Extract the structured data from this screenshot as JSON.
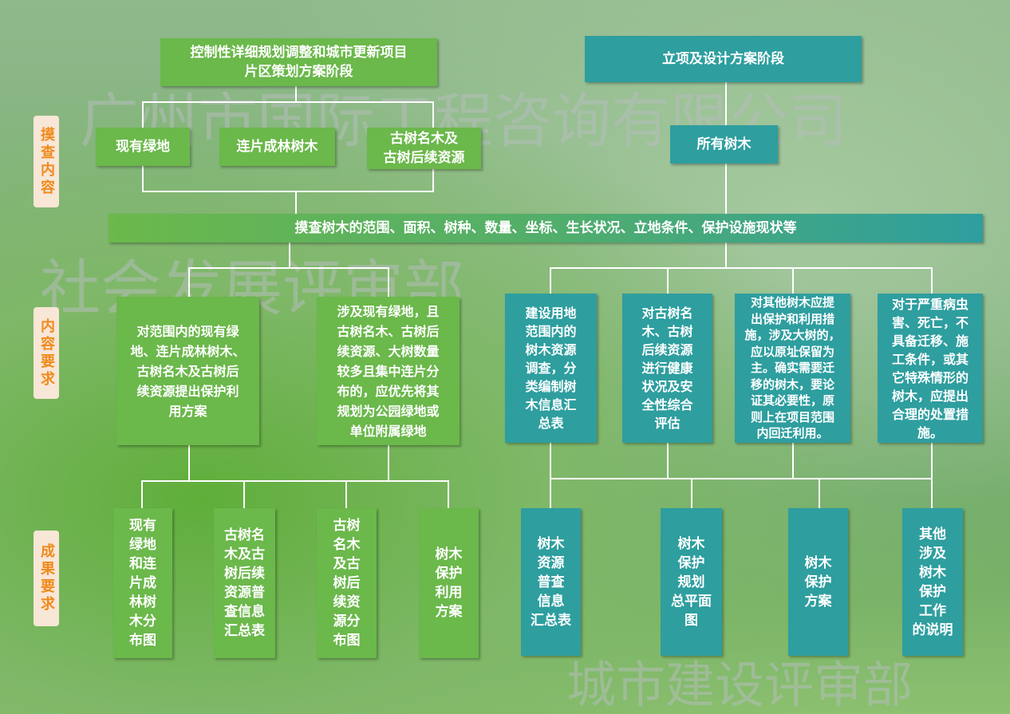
{
  "watermarks": [
    "广州市国际工程咨询有限公司",
    "社会发展评审部",
    "城市建设评审部"
  ],
  "side_labels": [
    "摸查内容",
    "内容要求",
    "成果要求"
  ],
  "stage_left": "控制性详细规划调整和城市更新项目\n片区策划方案阶段",
  "stage_right": "立项及设计方案阶段",
  "survey_items_left": [
    "现有绿地",
    "连片成林树木",
    "古树名木及\n古树后续资源"
  ],
  "survey_item_right": "所有树木",
  "survey_bar": "摸查树木的范围、面积、树种、数量、坐标、生长状况、立地条件、保护设施现状等",
  "requirements": [
    "对范围内的现有绿\n地、连片成林树木、\n古树名木及古树后\n续资源提出保护利\n用方案",
    "涉及现有绿地，且\n古树名木、古树后\n续资源、大树数量\n较多且集中连片分\n布的，应优先将其\n规划为公园绿地或\n单位附属绿地",
    "建设用地\n范围内的\n树木资源\n调查，分\n类编制树\n木信息汇\n总表",
    "对古树名\n木、古树\n后续资源\n进行健康\n状况及安\n全性综合\n评估",
    "对其他树木应提\n出保护和利用措\n施，涉及大树的，\n应以原址保留为\n主。确实需要迁\n移的树木，要论\n证其必要性，原\n则上在项目范围\n内回迁利用。",
    "对于严重病虫\n害、死亡，不\n具备迁移、施\n工条件，或其\n它特殊情形的\n树木，应提出\n合理的处置措\n施。"
  ],
  "outputs": [
    "现有\n绿地\n和连\n片成\n林树\n木分\n布图",
    "古树名\n木及古\n树后续\n资源普\n查信息\n汇总表",
    "古树\n名木\n及古\n树后\n续资\n源分\n布图",
    "树木\n保护\n利用\n方案",
    "树木\n资源\n普查\n信息\n汇总表",
    "树木\n保护\n规划\n总平面\n图",
    "树木\n保护\n方案",
    "其他\n涉及\n树木\n保护\n工作\n的说明"
  ],
  "colors": {
    "green": "#6bb84b",
    "teal": "#2e9e9f",
    "label_bg": "#f8e6d6",
    "label_text": "#f08a1c"
  }
}
